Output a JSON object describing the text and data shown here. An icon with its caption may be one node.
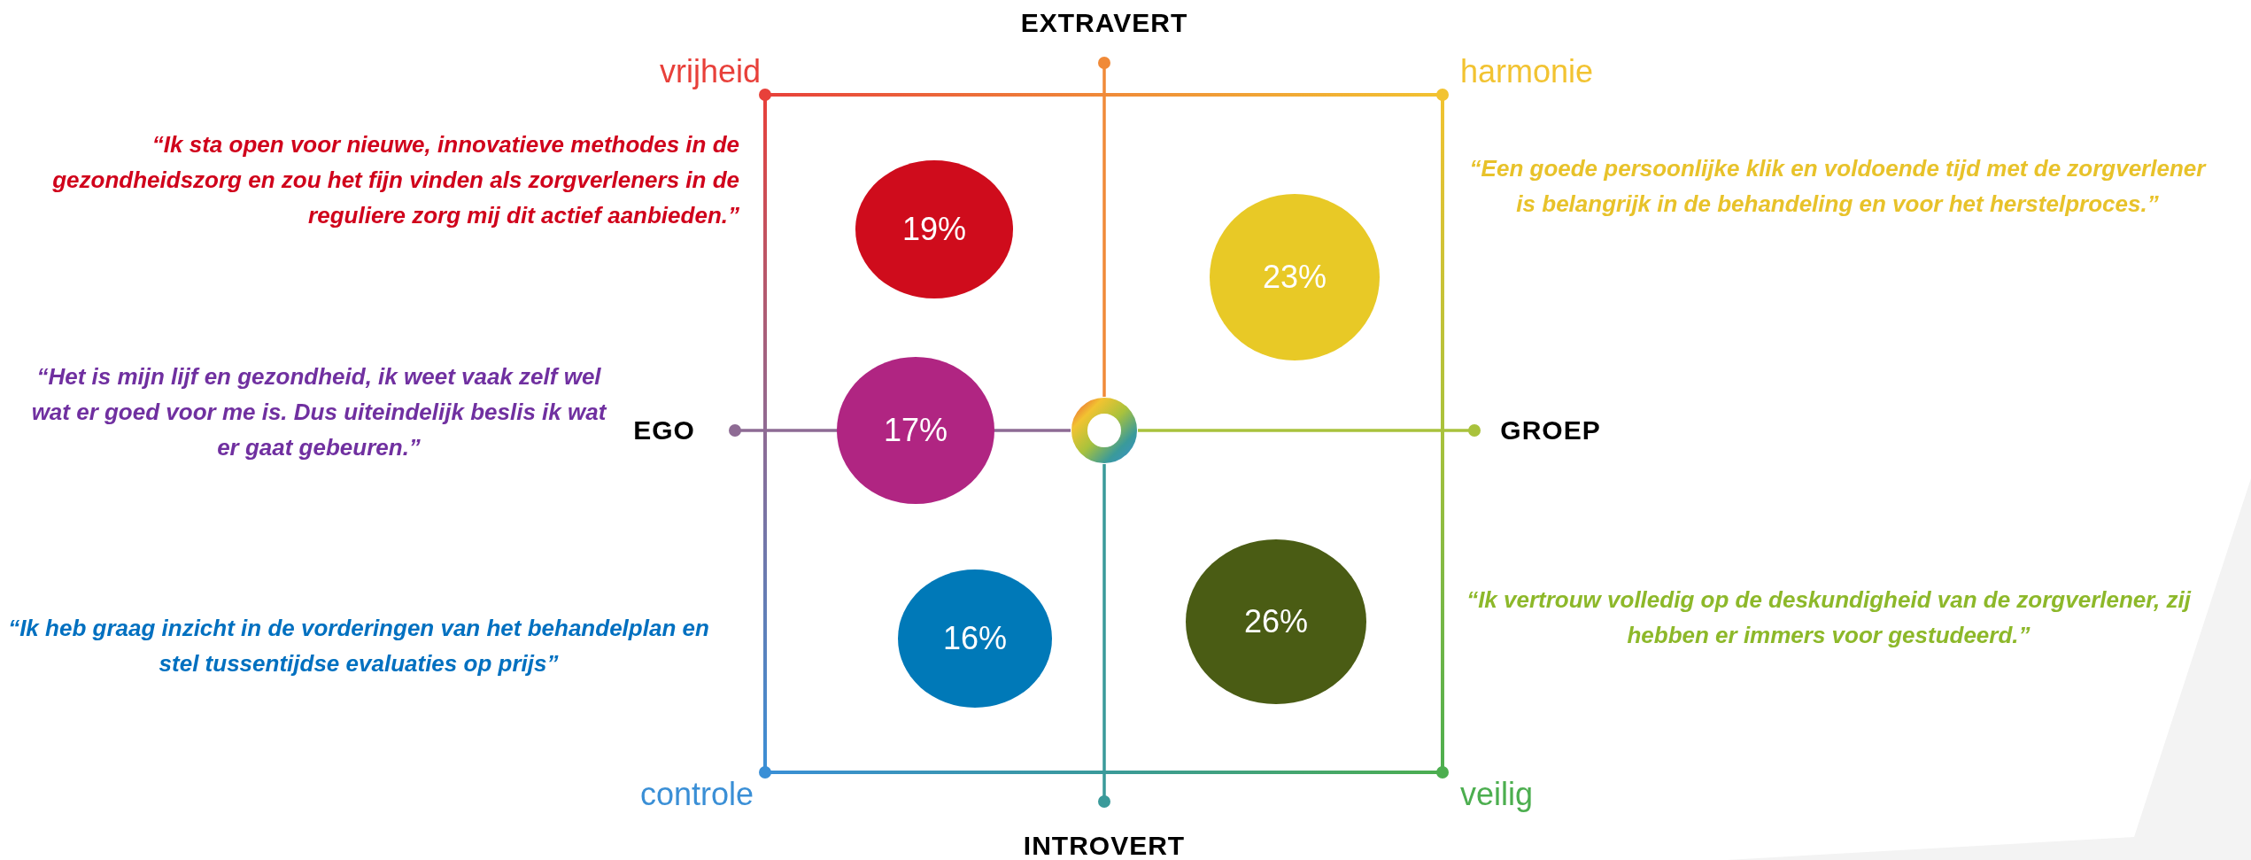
{
  "diagram": {
    "nodes": [
      {
        "text": [
          "19%"
        ]
      },
      {
        "text": [
          "23%"
        ]
      },
      {
        "text": [
          "17%"
        ]
      },
      {
        "text": [
          "16%"
        ]
      },
      {
        "text": [
          "26%"
        ]
      }
    ],
    "labels": [
      "EXTRAVERT",
      "vrijheid",
      "harmonie",
      "“Ik sta open voor nieuwe, innovatieve methodes in de gezondheidszorg en zou het fijn vinden als zorgverleners in de reguliere zorg mij dit actief aanbieden.”",
      "“Een goede persoonlijke klik en voldoende tijd met de zorgverlener is belangrijk in de behandeling en voor het herstelproces.”",
      "“Het is mijn lijf en gezondheid, ik weet vaak zelf wel wat er goed voor me is. Dus uiteindelijk beslis ik wat er gaat gebeuren.”",
      "EGO",
      "GROEP",
      "“Ik heb graag inzicht in de vorderingen van het behandelplan en stel tussentijdse evaluaties op prijs”",
      "“Ik vertrouw volledig op de deskundigheid van de zorgverlener, zij hebben er immers voor gestudeerd.”",
      "controle",
      "veilig",
      "INTROVERT"
    ]
  }
}
